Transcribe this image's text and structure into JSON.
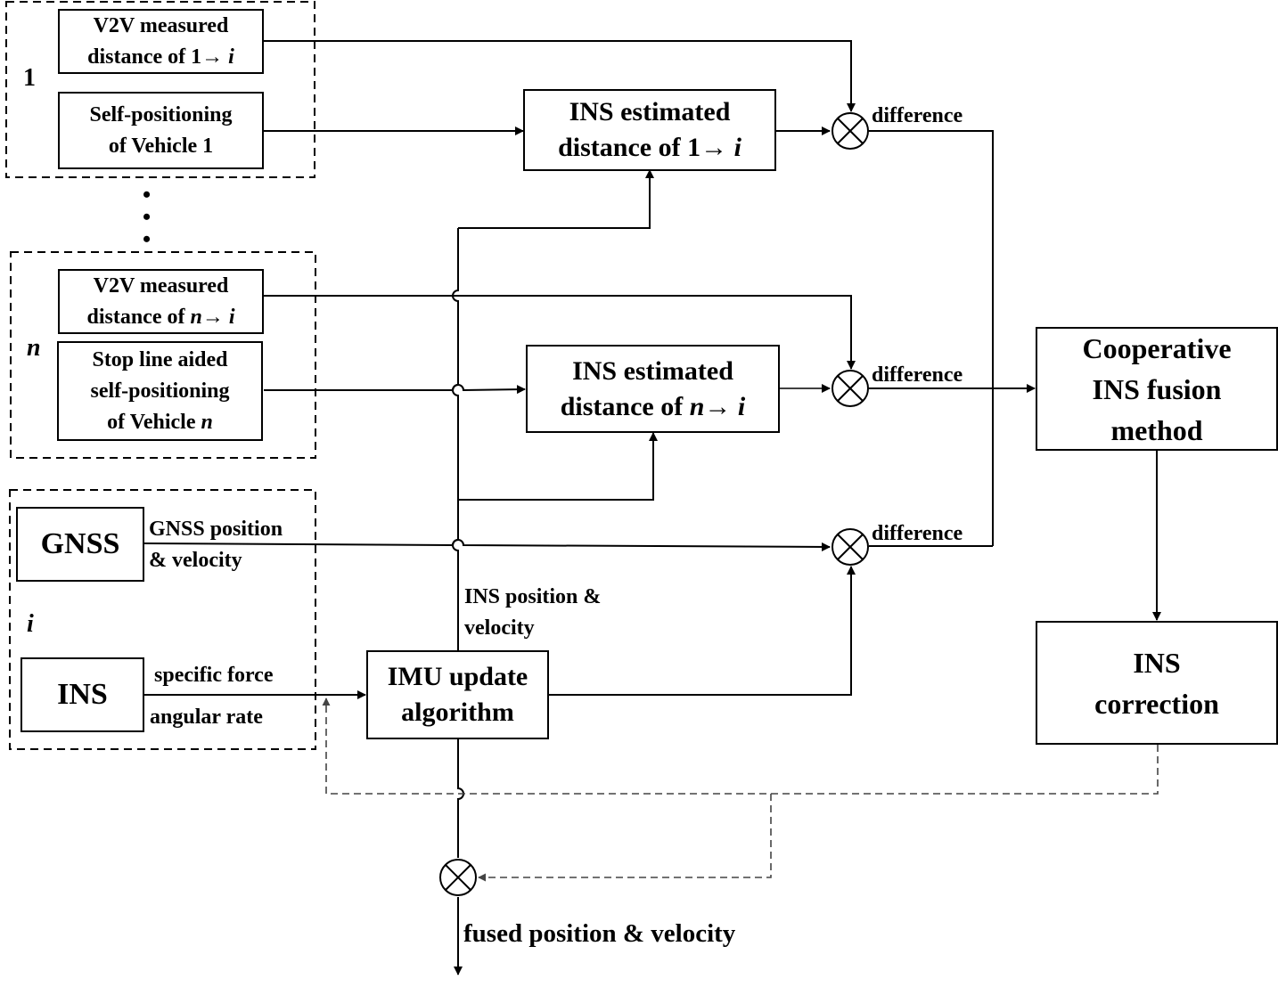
{
  "groups": {
    "vehicle_1": {
      "label": "1"
    },
    "vehicle_n": {
      "label": "n"
    },
    "vehicle_i": {
      "label": "i"
    }
  },
  "boxes": {
    "v2v_1": {
      "line1": "V2V measured",
      "line2_prefix": "distance of 1→ ",
      "line2_var": "i"
    },
    "self_pos_1": {
      "line1": "Self-positioning",
      "line2": "of Vehicle 1"
    },
    "v2v_n": {
      "line1": "V2V measured",
      "line2_prefix": "distance of ",
      "line2_var1": "n",
      "line2_arrow": "→ ",
      "line2_var2": "i"
    },
    "stopline_n": {
      "line1": "Stop line aided",
      "line2": "self-positioning",
      "line3_prefix": "of Vehicle ",
      "line3_var": "n"
    },
    "ins_est_1": {
      "line1": "INS estimated",
      "line2_prefix": "distance of 1→ ",
      "line2_var": "i"
    },
    "ins_est_n": {
      "line1": "INS estimated",
      "line2_prefix": "distance of ",
      "line2_var1": "n",
      "line2_arrow": "→ ",
      "line2_var2": "i"
    },
    "gnss": {
      "label": "GNSS"
    },
    "ins": {
      "label": "INS"
    },
    "imu": {
      "line1": "IMU update",
      "line2": "algorithm"
    },
    "fusion": {
      "line1": "Cooperative",
      "line2": "INS fusion",
      "line3": "method"
    },
    "correction": {
      "line1": "INS",
      "line2": "correction"
    }
  },
  "edge_labels": {
    "difference_1": "difference",
    "difference_n": "difference",
    "difference_gnss": "difference",
    "gnss_out_1": "GNSS position",
    "gnss_out_2": "& velocity",
    "ins_out_1": "specific force",
    "ins_out_2": "angular rate",
    "imu_out_1": "INS position &",
    "imu_out_2": "velocity",
    "final_output": "fused position & velocity"
  },
  "ellipsis": "•\n•\n•"
}
